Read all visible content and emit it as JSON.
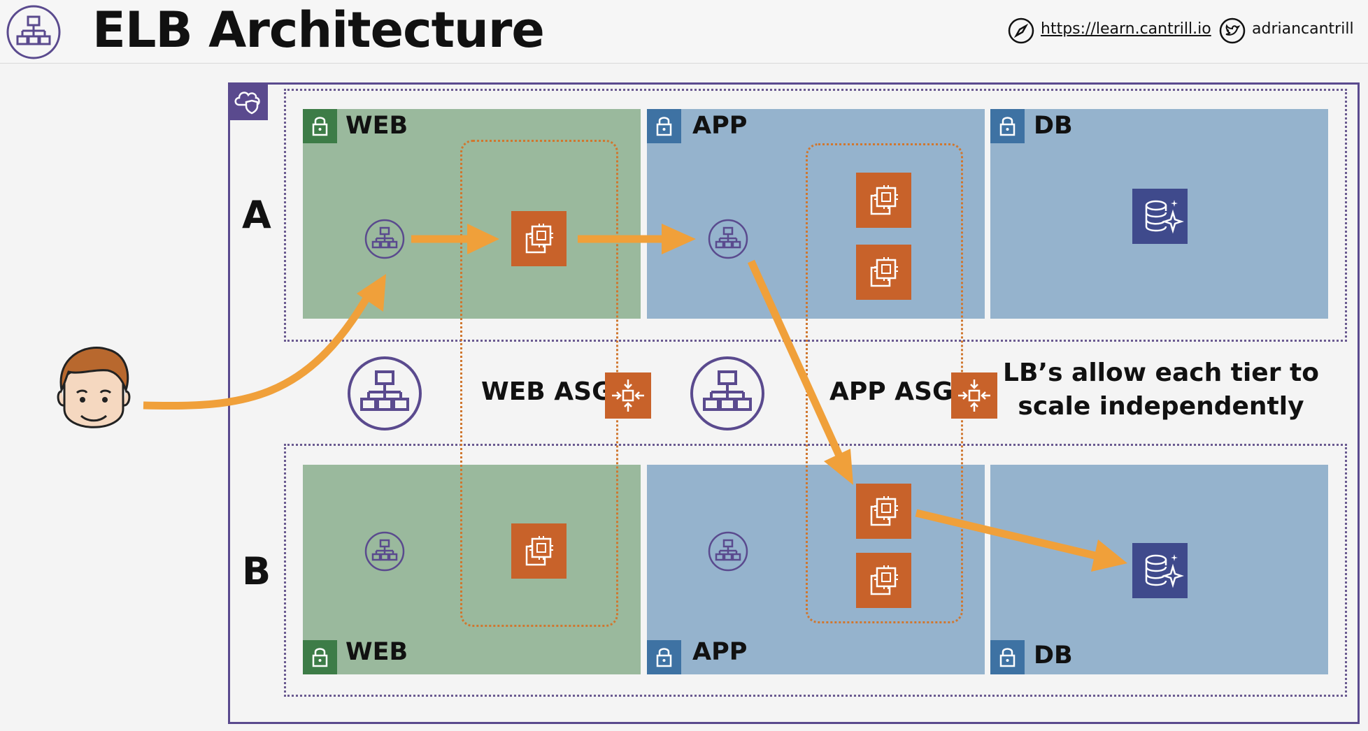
{
  "header": {
    "title": "ELB Architecture",
    "link": "https://learn.cantrill.io",
    "twitter": "adriancantrill",
    "icons": [
      "load-balancer-icon",
      "compass-icon",
      "twitter-icon"
    ]
  },
  "azs": [
    {
      "label": "A",
      "subnets": [
        "WEB",
        "APP",
        "DB"
      ]
    },
    {
      "label": "B",
      "subnets": [
        "WEB",
        "APP",
        "DB"
      ]
    }
  ],
  "asgs": {
    "web": "WEB ASG",
    "app": "APP ASG"
  },
  "note": {
    "line1": "LB’s allow each tier to",
    "line2": "scale independently"
  },
  "colors": {
    "web_subnet": "#9ab99d",
    "app_subnet": "#95b3cd",
    "ec2": "#c8622a",
    "rds": "#3f4a8c",
    "elb": "#5a4a8e",
    "arrow": "#f0a03a"
  }
}
